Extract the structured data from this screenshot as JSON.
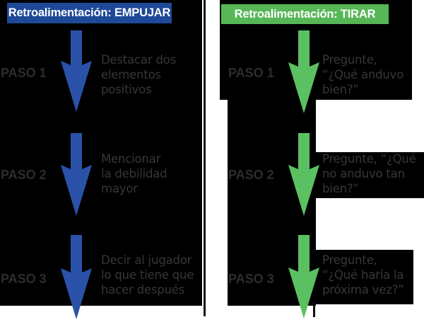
{
  "diagram_title": "Retroalimentación EMPUJAR vs TIRAR",
  "colors": {
    "background": "#ffffff",
    "panel_black": "#000000",
    "push_accent": "#1e4999",
    "push_arrow": "#2a52a8",
    "pull_accent": "#57b757",
    "pull_arrow": "#5bc062",
    "step_text": "#37373b",
    "paso_text": "#2d2d30",
    "header_text": "#ffffff"
  },
  "panels": {
    "push": {
      "header": "Retroalimentación: EMPUJAR",
      "accent": "#1e4999",
      "arrow_color": "#2a52a8",
      "steps": [
        {
          "label": "PASO 1",
          "text": "Destacar dos\nelementos\npositivos"
        },
        {
          "label": "PASO 2",
          "text": "Mencionar\nla debilidad\nmayor"
        },
        {
          "label": "PASO 3",
          "text": "Decir al jugador\nlo que tiene que\nhacer después"
        }
      ]
    },
    "pull": {
      "header": "Retroalimentación: TIRAR",
      "accent": "#57b757",
      "arrow_color": "#5bc062",
      "steps": [
        {
          "label": "PASO 1",
          "text": "Pregunte,\n“¿Qué anduvo\nbien?”"
        },
        {
          "label": "PASO 2",
          "text": "Pregunte, “¿Qué\nno anduvo tan\nbien?”"
        },
        {
          "label": "PASO 3",
          "text": "Pregunte,\n“¿Qué haría la\npróxima vez?”"
        }
      ]
    }
  }
}
